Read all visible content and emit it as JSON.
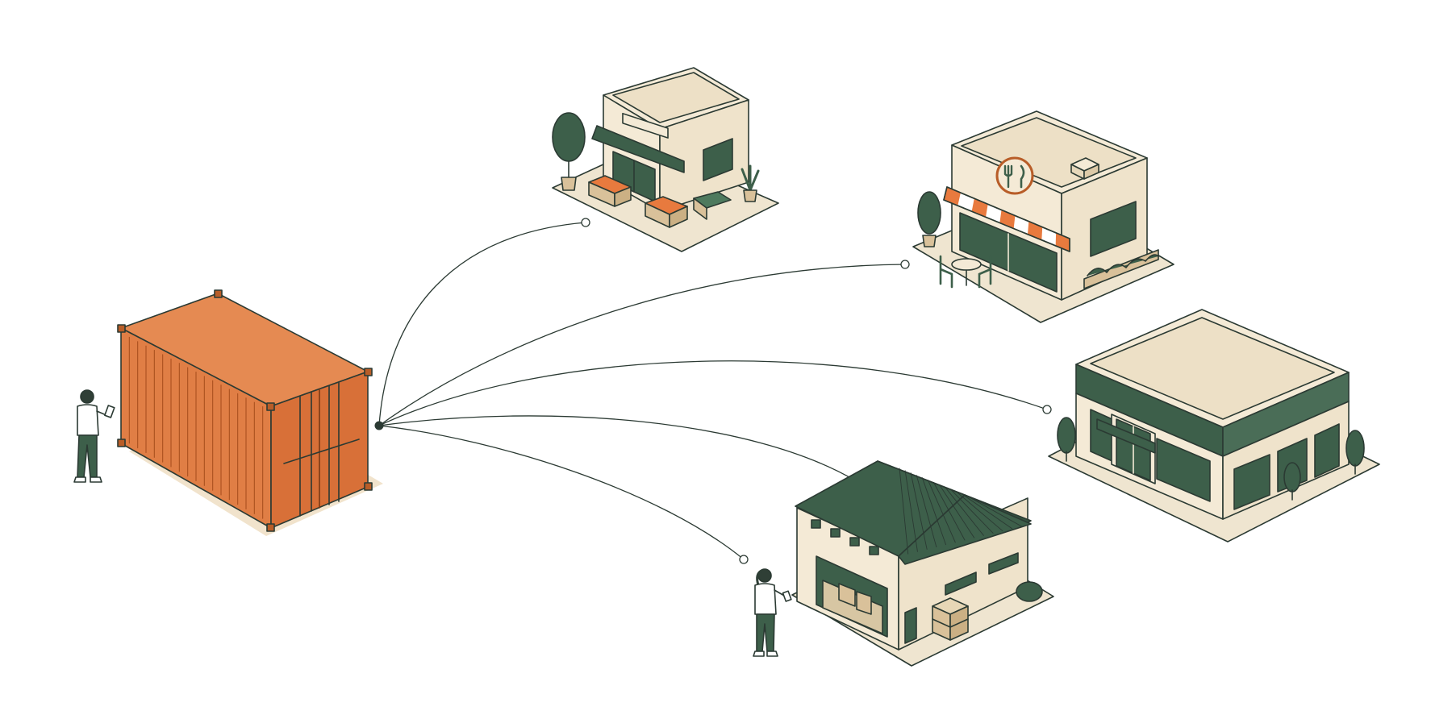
{
  "palette": {
    "container_orange": "#e07e45",
    "container_dark": "#c8642c",
    "building_green": "#3d5f4a",
    "building_cream": "#f4ead6",
    "ground_beige": "#efe5d0",
    "line_ink": "#2b3a33",
    "accent_orange": "#e87a3e"
  },
  "nodes": [
    {
      "id": "shipping-container",
      "icon": "shipping-container-icon"
    },
    {
      "id": "produce-market",
      "icon": "grocery-store-icon"
    },
    {
      "id": "restaurant",
      "icon": "fork-knife-icon"
    },
    {
      "id": "retail-store",
      "icon": "retail-building-icon"
    },
    {
      "id": "warehouse",
      "icon": "warehouse-icon"
    }
  ],
  "connections": [
    {
      "from": "shipping-container",
      "to": "produce-market"
    },
    {
      "from": "shipping-container",
      "to": "restaurant"
    },
    {
      "from": "shipping-container",
      "to": "retail-store"
    },
    {
      "from": "shipping-container",
      "to": "warehouse"
    }
  ],
  "people": [
    {
      "id": "worker-with-tablet",
      "icon": "person-tablet-icon"
    },
    {
      "id": "worker-with-scanner",
      "icon": "person-scanner-icon"
    }
  ]
}
